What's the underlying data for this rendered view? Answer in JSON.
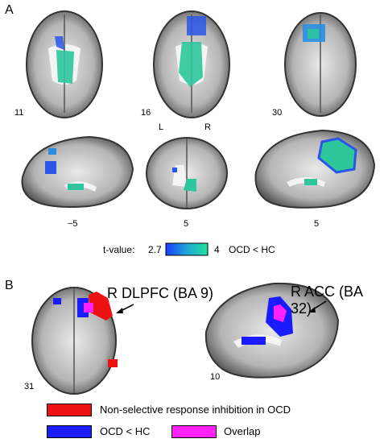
{
  "panels": {
    "a_label": "A",
    "b_label": "B"
  },
  "panel_a": {
    "axial_slices": [
      "11",
      "16",
      "30"
    ],
    "sagittal_numbers": [
      "−5",
      "5",
      "5"
    ],
    "orientation": {
      "left": "L",
      "right": "R"
    },
    "colorbar": {
      "label": "t-value:",
      "min": "2.7",
      "max": "4",
      "contrast": "OCD < HC",
      "colors": [
        "#1a3cff",
        "#1fa6d6",
        "#22e29a"
      ]
    }
  },
  "panel_b": {
    "axial_slice": "31",
    "sagittal_slice": "10",
    "roi_left": "R DLPFC (BA 9)",
    "roi_right": "R ACC (BA 32)"
  },
  "legend": {
    "items": [
      {
        "label": "Non-selective response inhibition in OCD",
        "color": "#ee1111"
      },
      {
        "label": "OCD < HC",
        "color": "#1b1bff"
      },
      {
        "label": "Overlap",
        "color": "#ff22ff"
      }
    ]
  }
}
